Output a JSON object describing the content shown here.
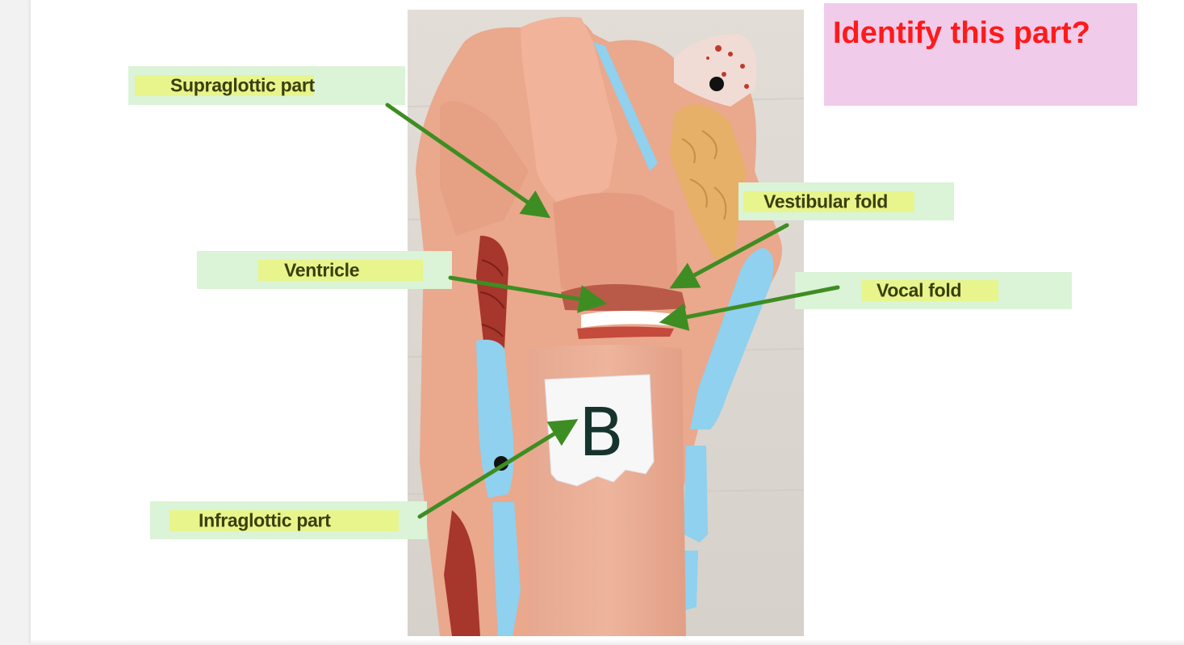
{
  "labels": {
    "supraglottic": "Supraglottic part",
    "vestibular": "Vestibular fold",
    "ventricle": "Ventricle",
    "vocal": "Vocal fold",
    "infraglottic": "Infraglottic part"
  },
  "question": "Identify this part?",
  "specimen_marker": "B",
  "colors": {
    "arrow": "#3e8d22",
    "label_bg": "#dbf3d6",
    "label_highlight": "#e7f58c",
    "question_bg": "#f0cbea",
    "question_text": "#ff1a1a",
    "cartilage": "#8fd1ee",
    "tissue": "#e9a388",
    "muscle": "#a7362c"
  },
  "icons": {
    "arrowhead": "arrowhead-icon"
  }
}
